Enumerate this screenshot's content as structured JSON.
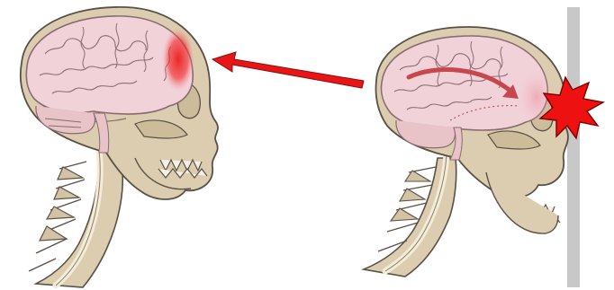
{
  "figure": {
    "panels": [
      {
        "id": "injury-site",
        "depicts": "head-skull-brain-spine",
        "highlight": "frontal-contusion"
      },
      {
        "id": "impact",
        "depicts": "head-skull-brain-spine",
        "marker": "impact-starburst"
      }
    ],
    "colors": {
      "background": "#ffffff",
      "bone": "#dccdb0",
      "bone_stroke": "#5a5146",
      "brain": "#f2d2d9",
      "brain_stroke": "#8a6b70",
      "injury_red": "#ee1c1c",
      "arrow_red": "#e81616",
      "motion_arrow": "#c8474e",
      "wall": "#c8c8c8"
    }
  }
}
